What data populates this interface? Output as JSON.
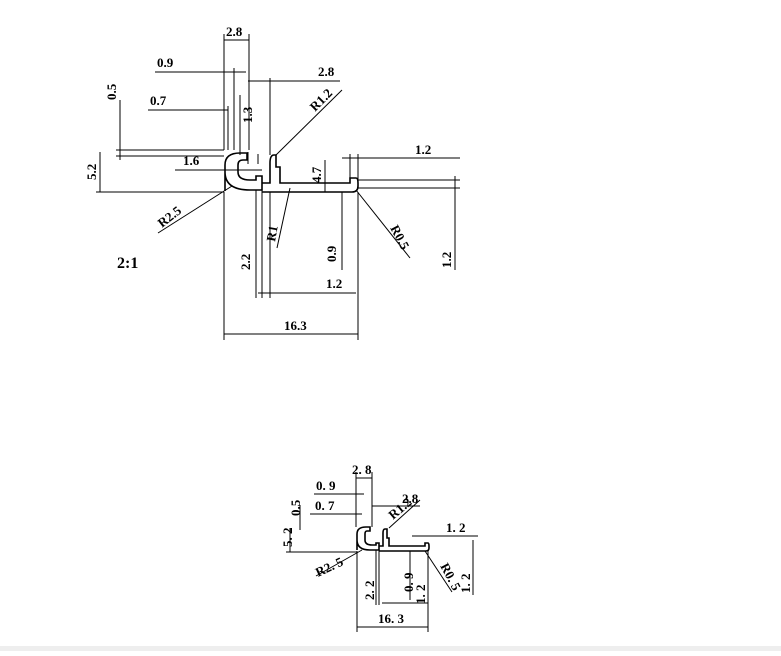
{
  "scale_label": "2:1",
  "large_dims": {
    "w28": "2.8",
    "w09": "0.9",
    "w28b": "2.8",
    "h05": "0.5",
    "w07": "0.7",
    "h13": "1.3",
    "r12": "R1.2",
    "w12t": "1.2",
    "h52": "5.2",
    "w16": "1.6",
    "h47": "4.7",
    "r25": "R2.5",
    "r1": "R1",
    "r05": "R0.5",
    "h22": "2.2",
    "h09": "0.9",
    "h12r": "1.2",
    "w12b": "1.2",
    "w163": "16.3"
  },
  "small_dims": {
    "w28": "2. 8",
    "w09": "0. 9",
    "w28b": "2.8",
    "h05": "0.5",
    "w07": "0. 7",
    "r12": "R1.2",
    "w12t": "1. 2",
    "h52": "5. 2",
    "r25": "R2. 5",
    "r05": "R0. 5",
    "h22": "2. 2",
    "h09": "0. 9",
    "h12r": "1. 2",
    "w12b": "1. 2",
    "w163": "16. 3"
  }
}
